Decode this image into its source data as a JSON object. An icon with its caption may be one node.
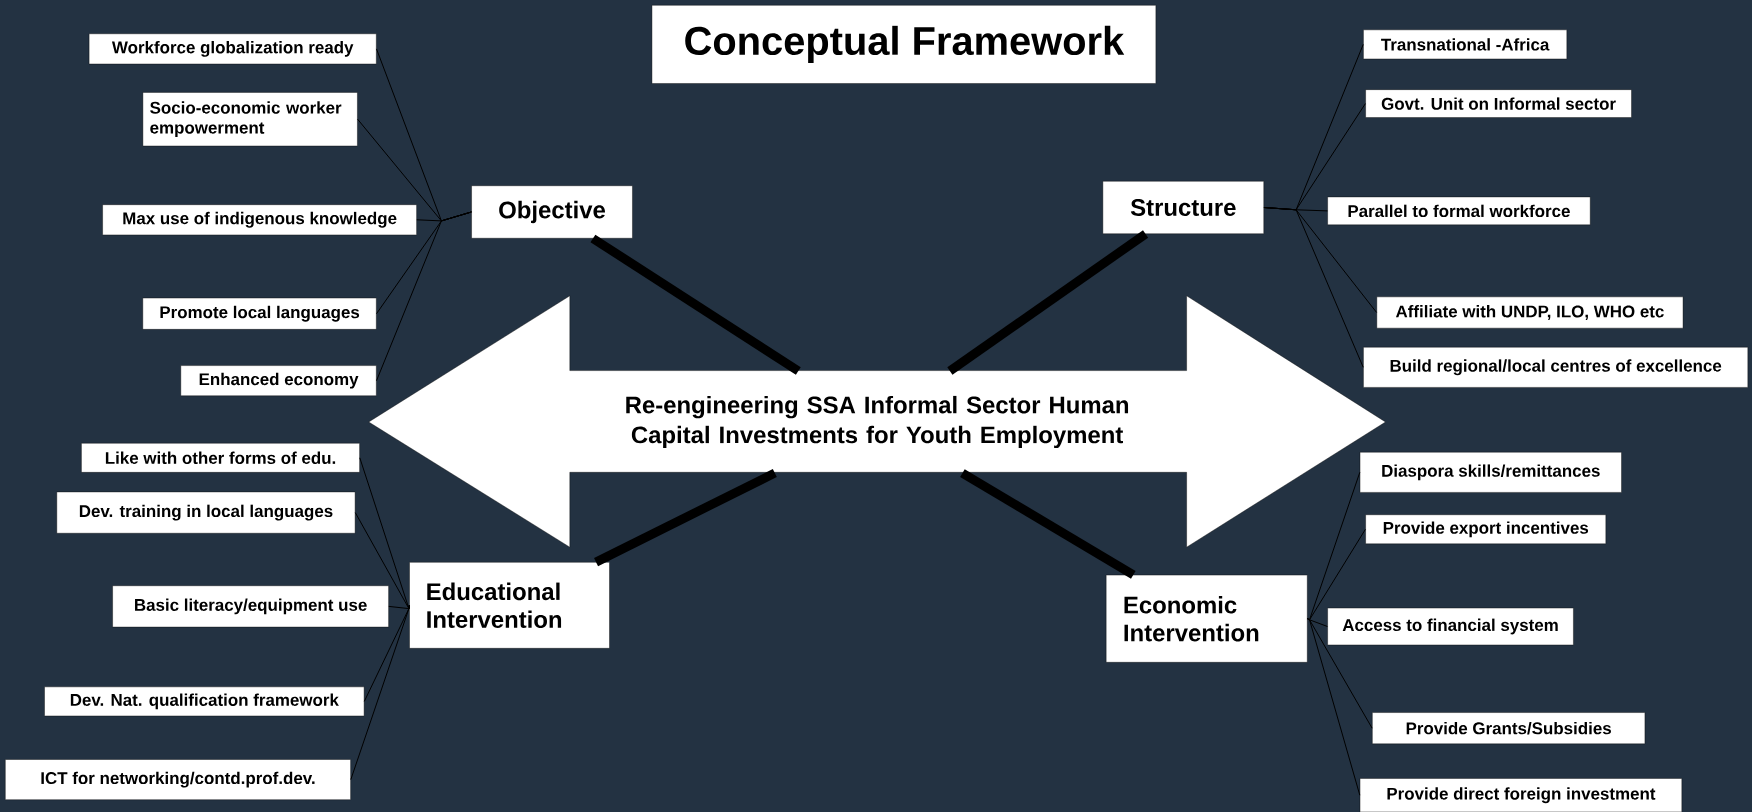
{
  "diagram": {
    "title": "Conceptual Framework",
    "nodes": [
      {
        "text": [
          "Objective"
        ]
      },
      {
        "text": [
          "Structure"
        ]
      },
      {
        "text": [
          "Educational Intervention"
        ]
      },
      {
        "text": [
          "Economic Intervention"
        ]
      },
      {
        "text": [
          "Re-engineering SSA Informal Sector Human Capital Investments for Youth Employment"
        ]
      },
      {
        "text": [
          "Workforce globalization ready"
        ]
      },
      {
        "text": [
          "Socio-economic worker empowerment"
        ]
      },
      {
        "text": [
          "Max use of indigenous knowledge"
        ]
      },
      {
        "text": [
          "Promote local languages"
        ]
      },
      {
        "text": [
          "Enhanced economy"
        ]
      },
      {
        "text": [
          "Transnational -Africa"
        ]
      },
      {
        "text": [
          "Govt. Unit on Informal sector"
        ]
      },
      {
        "text": [
          "Parallel to formal workforce"
        ]
      },
      {
        "text": [
          "Affiliate with UNDP, ILO, WHO etc"
        ]
      },
      {
        "text": [
          "Build regional/local centres of excellence"
        ]
      },
      {
        "text": [
          "Like with other forms of edu."
        ]
      },
      {
        "text": [
          "Dev. training in local languages"
        ]
      },
      {
        "text": [
          "Basic literacy/equipment use"
        ]
      },
      {
        "text": [
          "Dev. Nat. qualification framework"
        ]
      },
      {
        "text": [
          "ICT for networking/contd.prof.dev."
        ]
      },
      {
        "text": [
          "Diaspora skills/remittances"
        ]
      },
      {
        "text": [
          "Provide export incentives"
        ]
      },
      {
        "text": [
          "Access to financial system"
        ]
      },
      {
        "text": [
          "Provide Grants/Subsidies"
        ]
      },
      {
        "text": [
          "Provide direct foreign investment"
        ]
      }
    ],
    "edges": [
      {
        "from": 0,
        "to": 4,
        "arrow": "none",
        "style": "thick"
      },
      {
        "from": 1,
        "to": 4,
        "arrow": "none",
        "style": "thick"
      },
      {
        "from": 2,
        "to": 4,
        "arrow": "none",
        "style": "thick"
      },
      {
        "from": 3,
        "to": 4,
        "arrow": "none",
        "style": "thick"
      },
      {
        "from": 0,
        "to": 5,
        "arrow": "none"
      },
      {
        "from": 0,
        "to": 6,
        "arrow": "none"
      },
      {
        "from": 0,
        "to": 7,
        "arrow": "none"
      },
      {
        "from": 0,
        "to": 8,
        "arrow": "none"
      },
      {
        "from": 0,
        "to": 9,
        "arrow": "none"
      },
      {
        "from": 1,
        "to": 10,
        "arrow": "none"
      },
      {
        "from": 1,
        "to": 11,
        "arrow": "none"
      },
      {
        "from": 1,
        "to": 12,
        "arrow": "none"
      },
      {
        "from": 1,
        "to": 13,
        "arrow": "none"
      },
      {
        "from": 1,
        "to": 14,
        "arrow": "none"
      },
      {
        "from": 2,
        "to": 15,
        "arrow": "none"
      },
      {
        "from": 2,
        "to": 16,
        "arrow": "none"
      },
      {
        "from": 2,
        "to": 17,
        "arrow": "none"
      },
      {
        "from": 2,
        "to": 18,
        "arrow": "none"
      },
      {
        "from": 2,
        "to": 19,
        "arrow": "none"
      },
      {
        "from": 3,
        "to": 20,
        "arrow": "none"
      },
      {
        "from": 3,
        "to": 21,
        "arrow": "none"
      },
      {
        "from": 3,
        "to": 22,
        "arrow": "none"
      },
      {
        "from": 3,
        "to": 23,
        "arrow": "none"
      },
      {
        "from": 3,
        "to": 24,
        "arrow": "none"
      }
    ]
  }
}
